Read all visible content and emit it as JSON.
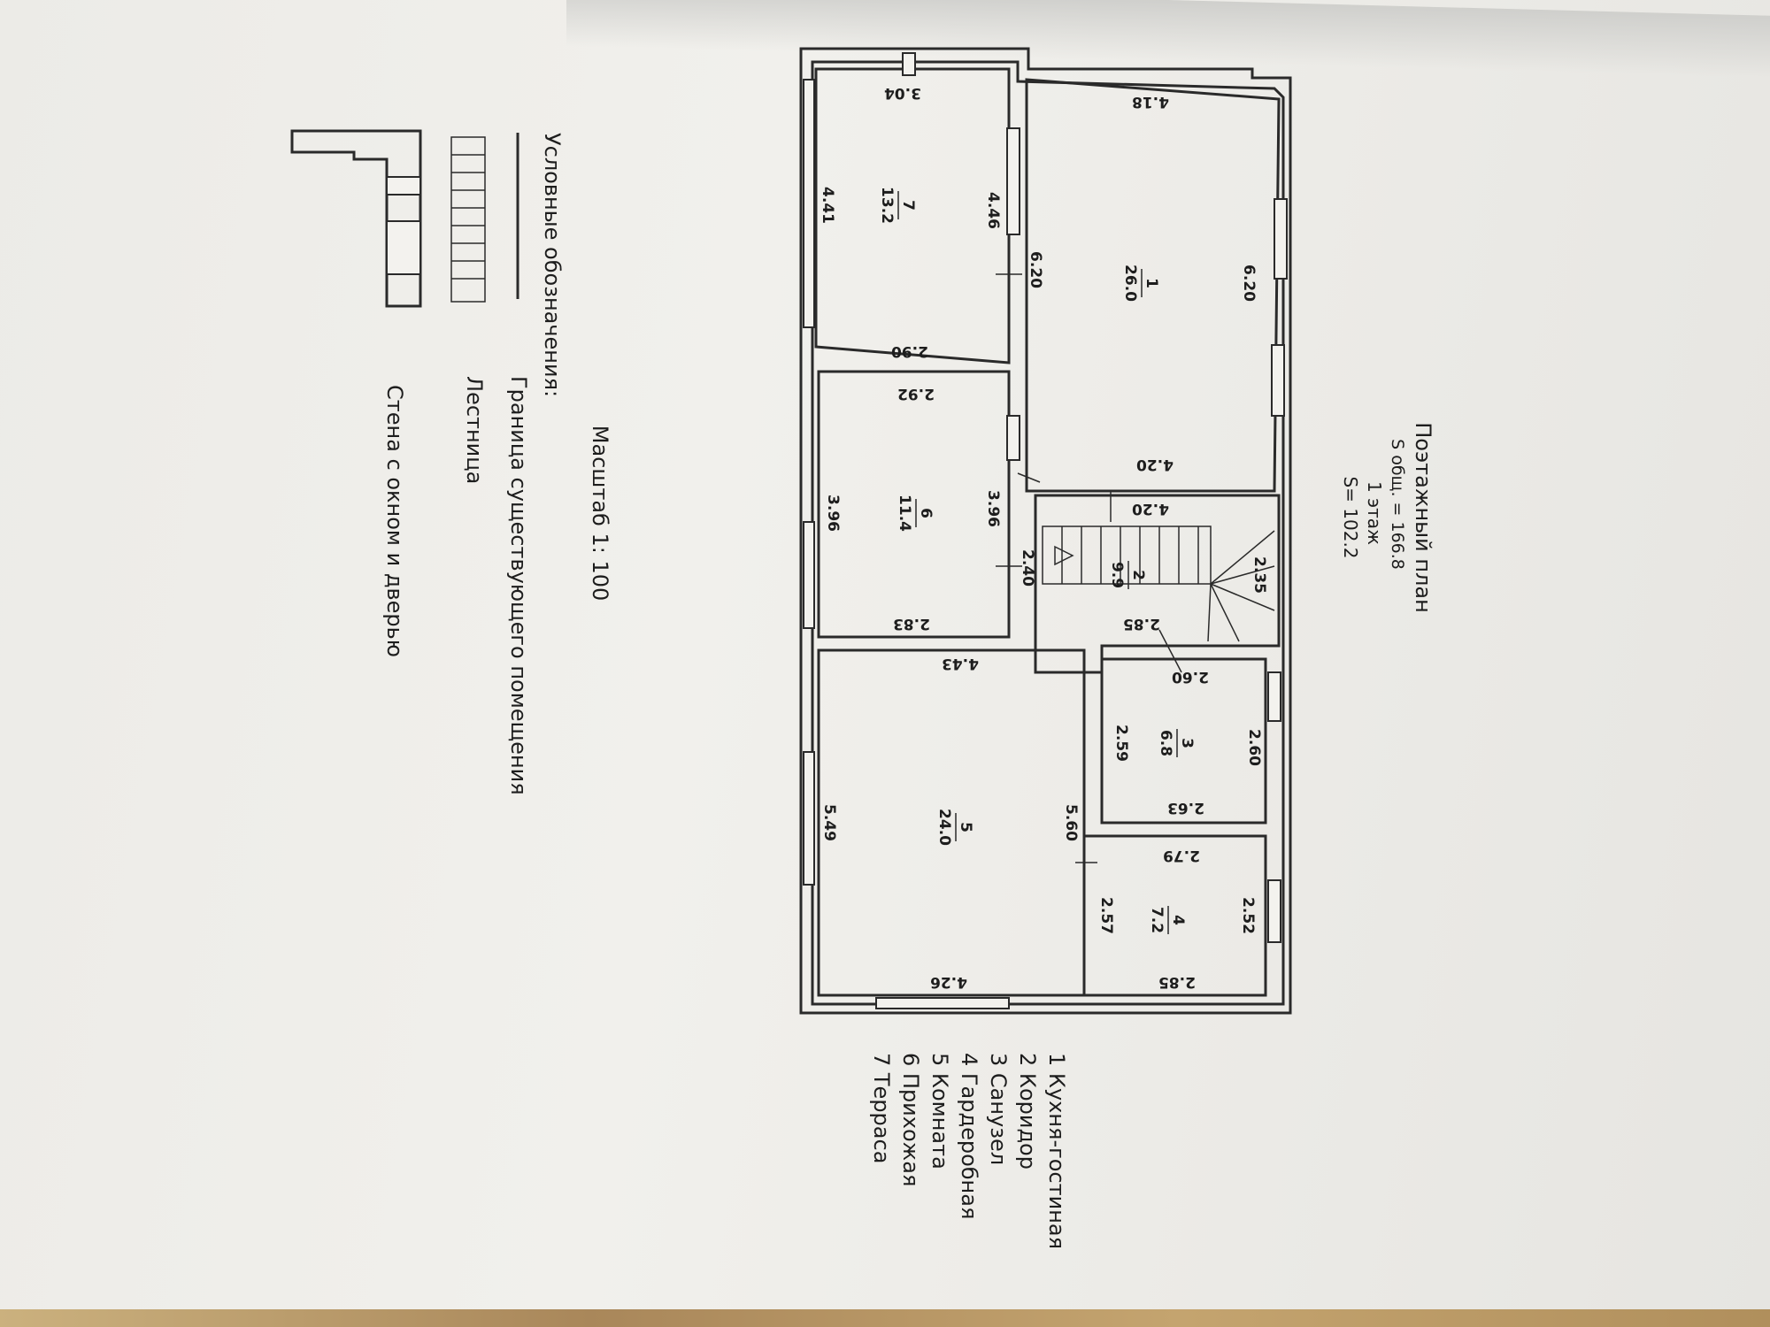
{
  "plan": {
    "title": "Поэтажный план",
    "total_area": "S общ. = 166.8",
    "floor": "1 этаж",
    "floor_area": "S= 102.2",
    "scale": "Масштаб 1: 100"
  },
  "legend": {
    "heading": "Условные обозначения:",
    "items": [
      "Граница существующего помещения",
      "Лестница",
      "Стена с окном и дверью"
    ]
  },
  "rooms": [
    {
      "label": "1 Кухня-гостиная"
    },
    {
      "label": "2 Коридор"
    },
    {
      "label": "3 Санузел"
    },
    {
      "label": "4 Гардеробная"
    },
    {
      "label": "5 Комната"
    },
    {
      "label": "6 Прихожая"
    },
    {
      "label": "7 Терраса"
    }
  ],
  "room_tags": {
    "r1": {
      "n": "1",
      "a": "26.0"
    },
    "r2": {
      "n": "2",
      "a": "9.9"
    },
    "r3": {
      "n": "3",
      "a": "6.8"
    },
    "r4": {
      "n": "4",
      "a": "7.2"
    },
    "r5": {
      "n": "5",
      "a": "24.0"
    },
    "r6": {
      "n": "6",
      "a": "11.4"
    },
    "r7": {
      "n": "7",
      "a": "13.2"
    }
  },
  "dims": {
    "d1": "4.18",
    "d2": "6.20",
    "d3": "6.20",
    "d4": "4.20",
    "d5": "4.20",
    "d6": "3.04",
    "d7": "4.41",
    "d8": "4.46",
    "d9": "2.90",
    "d10": "2.92",
    "d11": "3.96",
    "d12": "3.96",
    "d13": "2.83",
    "d14": "2.40",
    "d15": "2.35",
    "d16": "2.85",
    "d17": "2.60",
    "d18": "2.60",
    "d19": "2.59",
    "d20": "2.63",
    "d21": "4.43",
    "d22": "5.49",
    "d23": "5.60",
    "d24": "2.79",
    "d25": "2.52",
    "d26": "2.57",
    "d27": "2.85",
    "d28": "4.26"
  }
}
